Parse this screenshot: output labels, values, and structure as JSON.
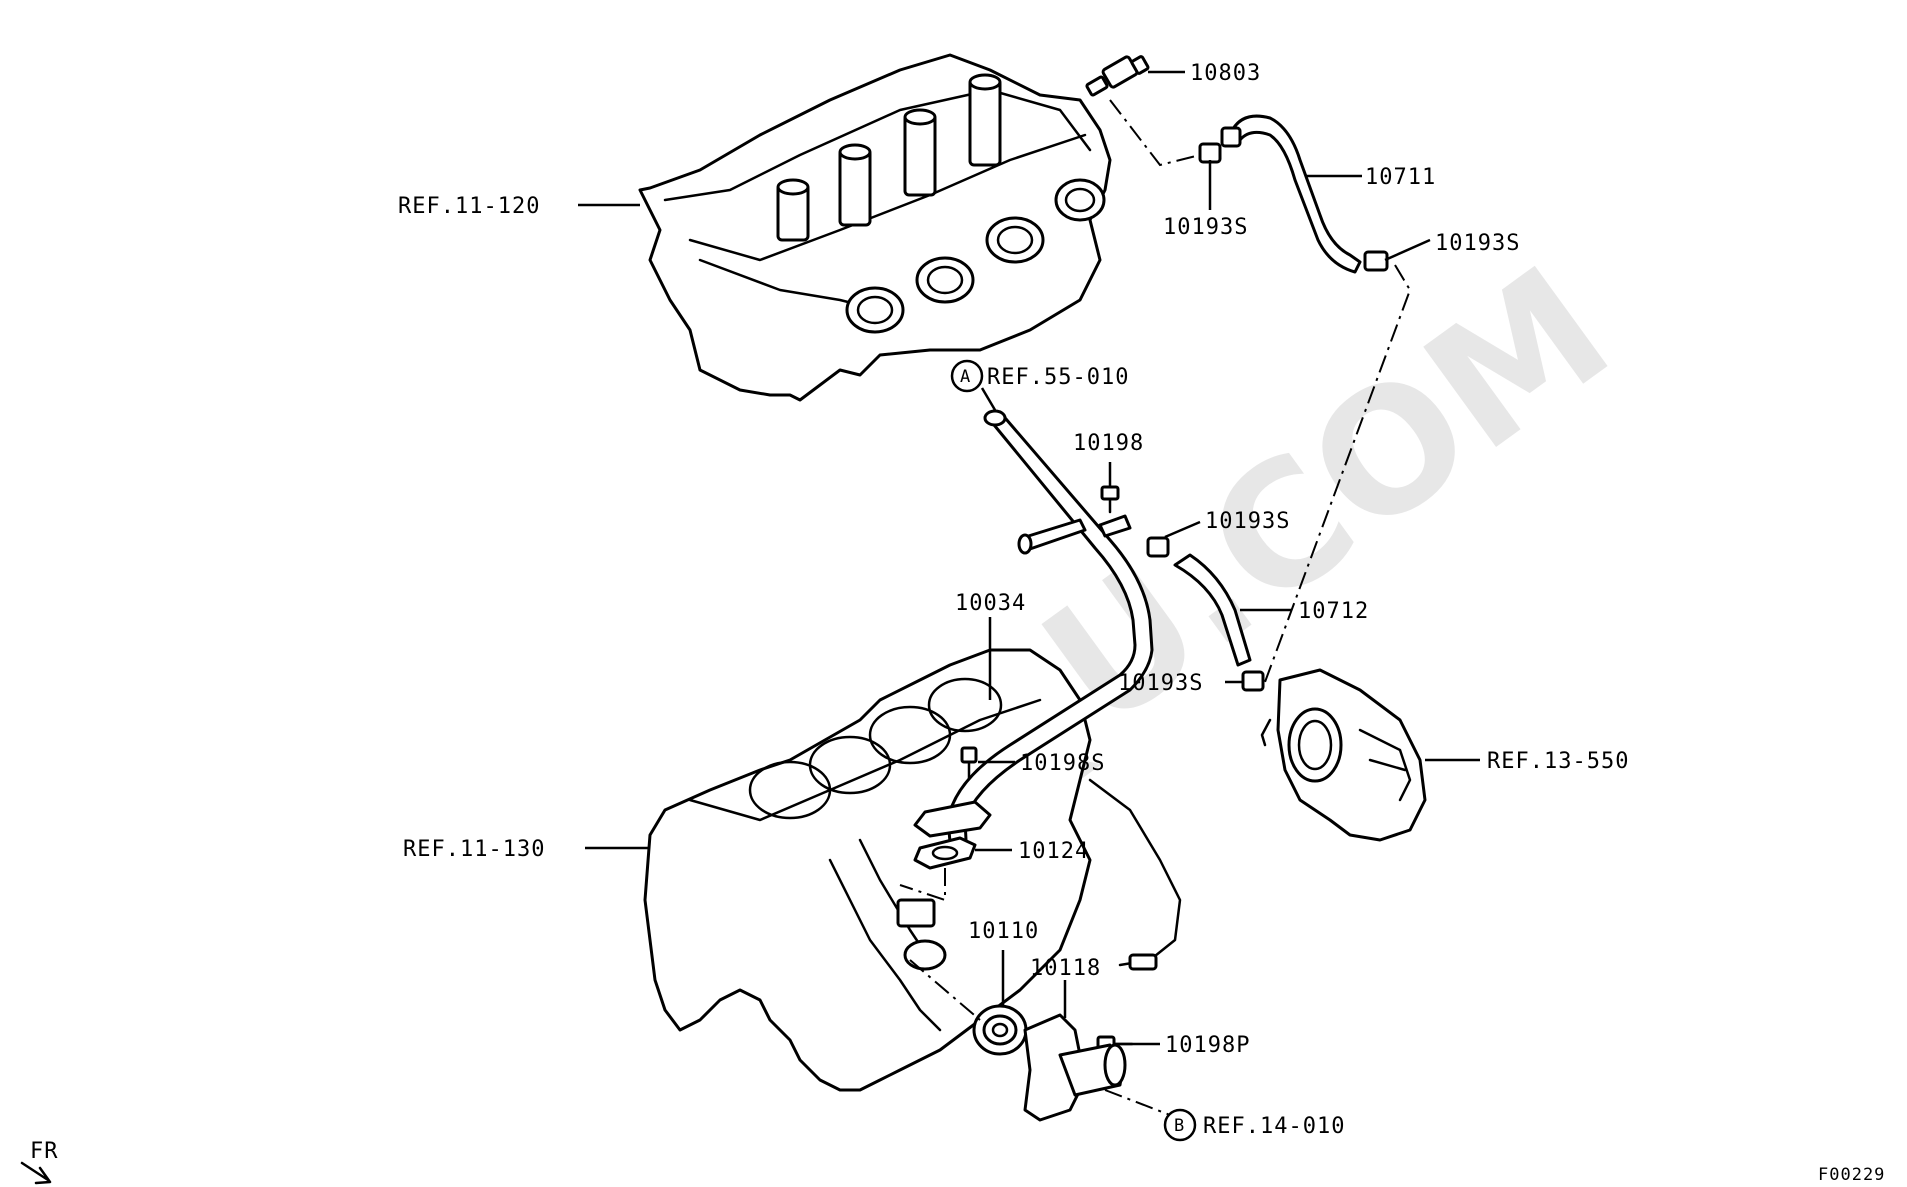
{
  "watermark": "5SQU.COM",
  "figure_code": "F00229",
  "direction_label": "FR",
  "callouts": {
    "a": "A",
    "b": "B"
  },
  "labels": {
    "p10803": "10803",
    "p10711": "10711",
    "p10193s_1": "10193S",
    "p10193s_2": "10193S",
    "ref_11_120": "REF.11-120",
    "ref_55_010": "REF.55-010",
    "p10198": "10198",
    "p10193s_3": "10193S",
    "p10712": "10712",
    "p10034": "10034",
    "p10193s_4": "10193S",
    "ref_13_550": "REF.13-550",
    "p10198s": "10198S",
    "ref_11_130": "REF.11-130",
    "p10124": "10124",
    "p10110": "10110",
    "p10118": "10118",
    "p10198p": "10198P",
    "ref_14_010": "REF.14-010"
  }
}
